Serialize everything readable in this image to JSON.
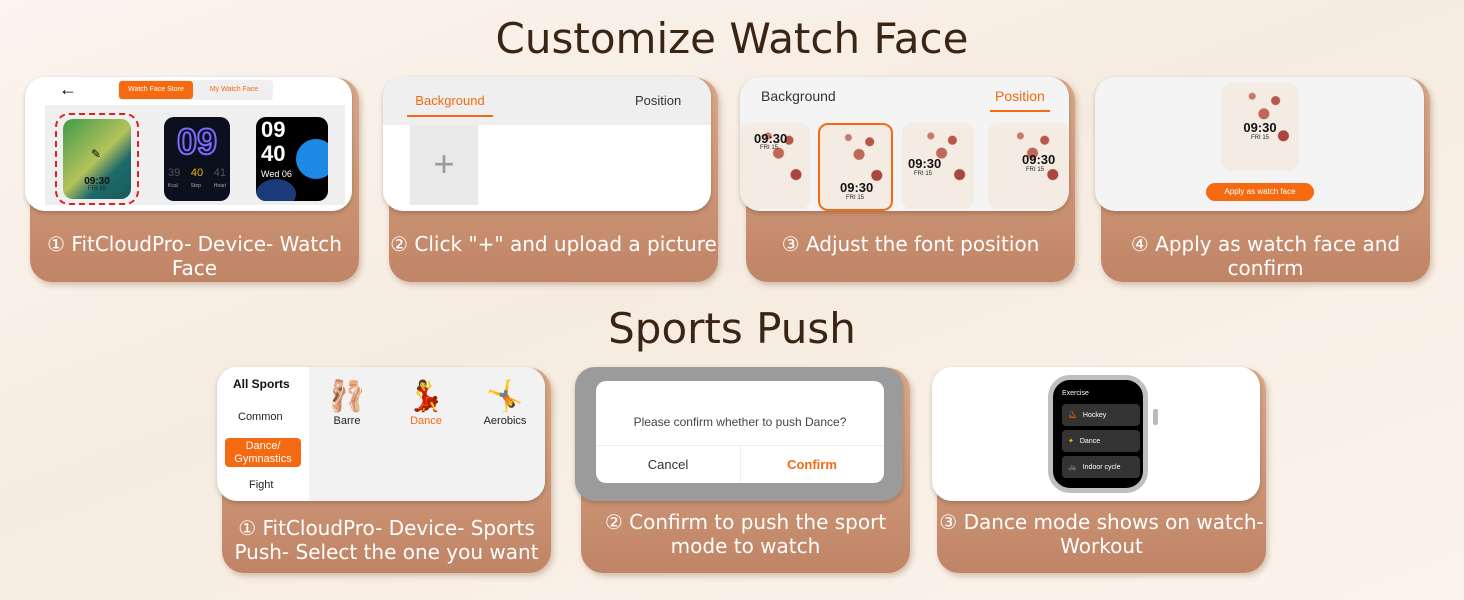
{
  "titles": {
    "customize": "Customize Watch Face",
    "sports": "Sports Push"
  },
  "steps_watch": [
    "① FitCloudPro- Device- Watch Face",
    "② Click \"+\" and upload a picture",
    "③ Adjust the font position",
    "④ Apply as watch face and confirm"
  ],
  "step1": {
    "tab_store": "Watch Face Store",
    "tab_my": "My Watch Face",
    "face1_time": "09:30",
    "face1_date": "FRI 15",
    "face2_digits": "09",
    "face2_stats": [
      "39",
      "40",
      "41"
    ],
    "face2_labels": [
      "Kcal",
      "Step",
      "Heart"
    ],
    "face3_hour": "09",
    "face3_min": "40",
    "face3_date": "Wed  06"
  },
  "step2": {
    "tab_background": "Background",
    "tab_position": "Position",
    "add": "+"
  },
  "step3": {
    "tab_background": "Background",
    "tab_position": "Position",
    "time": "09:30",
    "date": "FRI  15"
  },
  "step4": {
    "time": "09:30",
    "date": "FRI  15",
    "apply_button": "Apply as watch face"
  },
  "steps_sports": [
    "① FitCloudPro- Device- Sports Push- Select the one you want",
    "② Confirm to push the sport mode to watch",
    "③ Dance mode shows on watch- Workout"
  ],
  "sports_app": {
    "categories": [
      "All Sports",
      "Common",
      "Dance/ Gymnastics",
      "Fight"
    ],
    "sports": [
      "Barre",
      "Dance",
      "Aerobics"
    ]
  },
  "dialog": {
    "message": "Please confirm whether to push Dance?",
    "cancel": "Cancel",
    "confirm": "Confirm"
  },
  "watch": {
    "header": "Exercise",
    "items": [
      "Hockey",
      "Dance",
      "Indoor cycle"
    ]
  },
  "colors": {
    "accent": "#f56a10",
    "card": "#c98c6e"
  }
}
